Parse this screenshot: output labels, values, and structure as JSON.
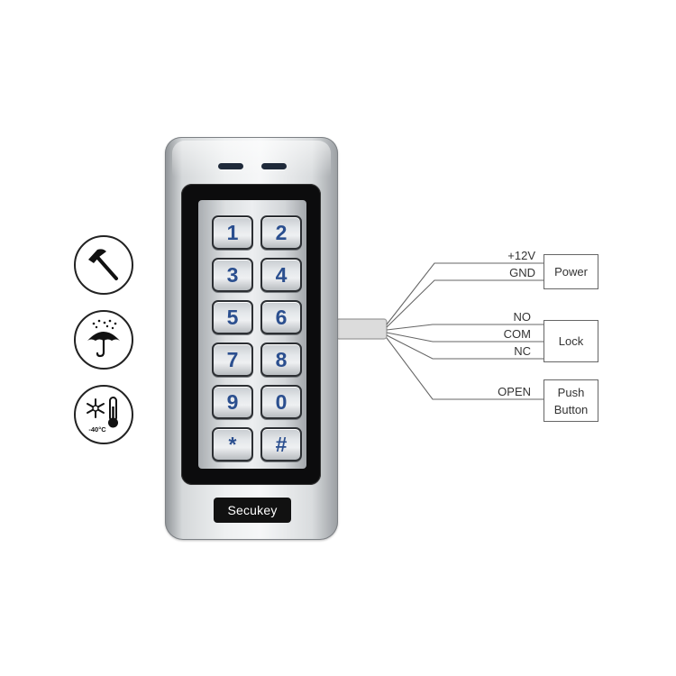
{
  "features": [
    {
      "icon": "hammer-icon"
    },
    {
      "icon": "umbrella-rain-icon"
    },
    {
      "icon": "snowflake-thermometer-icon",
      "label": "-40°C"
    }
  ],
  "device": {
    "keys": [
      "1",
      "2",
      "3",
      "4",
      "5",
      "6",
      "7",
      "8",
      "9",
      "0",
      "*",
      "#"
    ],
    "brand": "Secukey",
    "colors": {
      "key_text": "#2b4f8f",
      "panel": "#0c0c0d"
    }
  },
  "wiring": {
    "power": {
      "wires": [
        "+12V",
        "GND"
      ],
      "box": "Power"
    },
    "lock": {
      "wires": [
        "NO",
        "COM",
        "NC"
      ],
      "box": "Lock"
    },
    "push": {
      "wires": [
        "OPEN"
      ],
      "box_line1": "Push",
      "box_line2": "Button"
    }
  }
}
